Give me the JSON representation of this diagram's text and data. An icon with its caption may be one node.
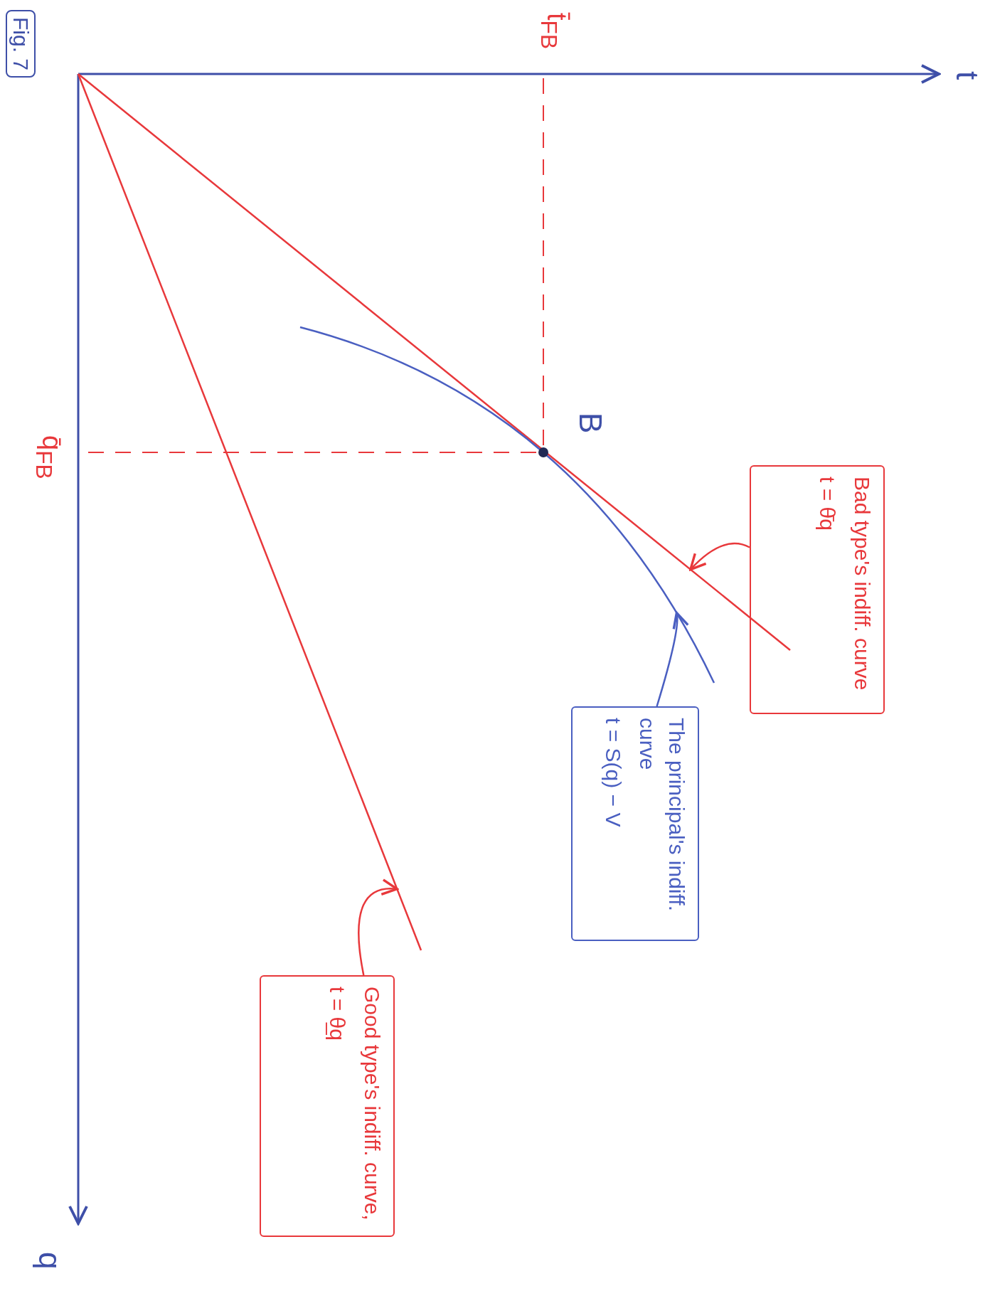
{
  "diagram": {
    "nodes": [
      {
        "text": [
          "Bad type's indiff. curve",
          "t = θ̄q"
        ]
      },
      {
        "text": [],
        "shape": "line"
      },
      {
        "text": [
          "The principal's indiff. curve",
          "t = S(q) − V"
        ]
      },
      {
        "text": [],
        "shape": "curve"
      },
      {
        "text": [
          "Good type's indiff. curve,",
          "t = θ̲q"
        ]
      },
      {
        "text": [],
        "shape": "line"
      }
    ],
    "edges": [
      {
        "from": 0,
        "to": 1,
        "arrow": "to"
      },
      {
        "from": 2,
        "to": 3,
        "arrow": "to",
        "color": "#4a5fc1"
      },
      {
        "from": 4,
        "to": 5,
        "arrow": "to"
      }
    ],
    "labels": [
      "Fig. 7",
      "t",
      "q",
      "t̄$_{FB}$",
      "q̄$_{FB}$",
      "B"
    ]
  }
}
